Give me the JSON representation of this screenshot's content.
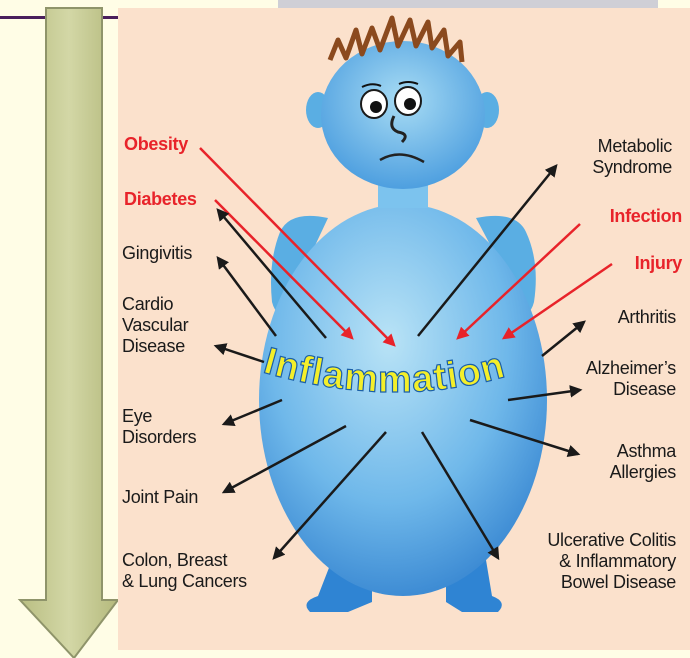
{
  "center_label": "Inflammation",
  "causes": [
    {
      "id": "obesity",
      "text": "Obesity"
    },
    {
      "id": "diabetes",
      "text": "Diabetes"
    },
    {
      "id": "infection",
      "text": "Infection"
    },
    {
      "id": "injury",
      "text": "Injury"
    }
  ],
  "conditions": [
    {
      "id": "metabolic",
      "line1": "Metabolic",
      "line2": "Syndrome"
    },
    {
      "id": "gingivitis",
      "line1": "Gingivitis"
    },
    {
      "id": "cardio",
      "line1": "Cardio",
      "line2": "Vascular",
      "line3": "Disease"
    },
    {
      "id": "arthritis",
      "line1": "Arthritis"
    },
    {
      "id": "alzheimers",
      "line1": "Alzheimer’s",
      "line2": "Disease"
    },
    {
      "id": "eye",
      "line1": "Eye",
      "line2": "Disorders"
    },
    {
      "id": "asthma",
      "line1": "Asthma",
      "line2": "Allergies"
    },
    {
      "id": "joint",
      "line1": "Joint Pain"
    },
    {
      "id": "colon",
      "line1": "Colon, Breast",
      "line2": "& Lung Cancers"
    },
    {
      "id": "ulcerative",
      "line1": "Ulcerative Colitis",
      "line2": "& Inflammatory",
      "line3": "Bowel Disease"
    }
  ],
  "colors": {
    "cause": "#e8232a",
    "condition_arrow": "#1a1a1a",
    "body_blue": "#3a8fd8",
    "panel": "#fbe1cc",
    "center_text": "#f4ef2a",
    "down_arrow": "#c7cc96"
  }
}
